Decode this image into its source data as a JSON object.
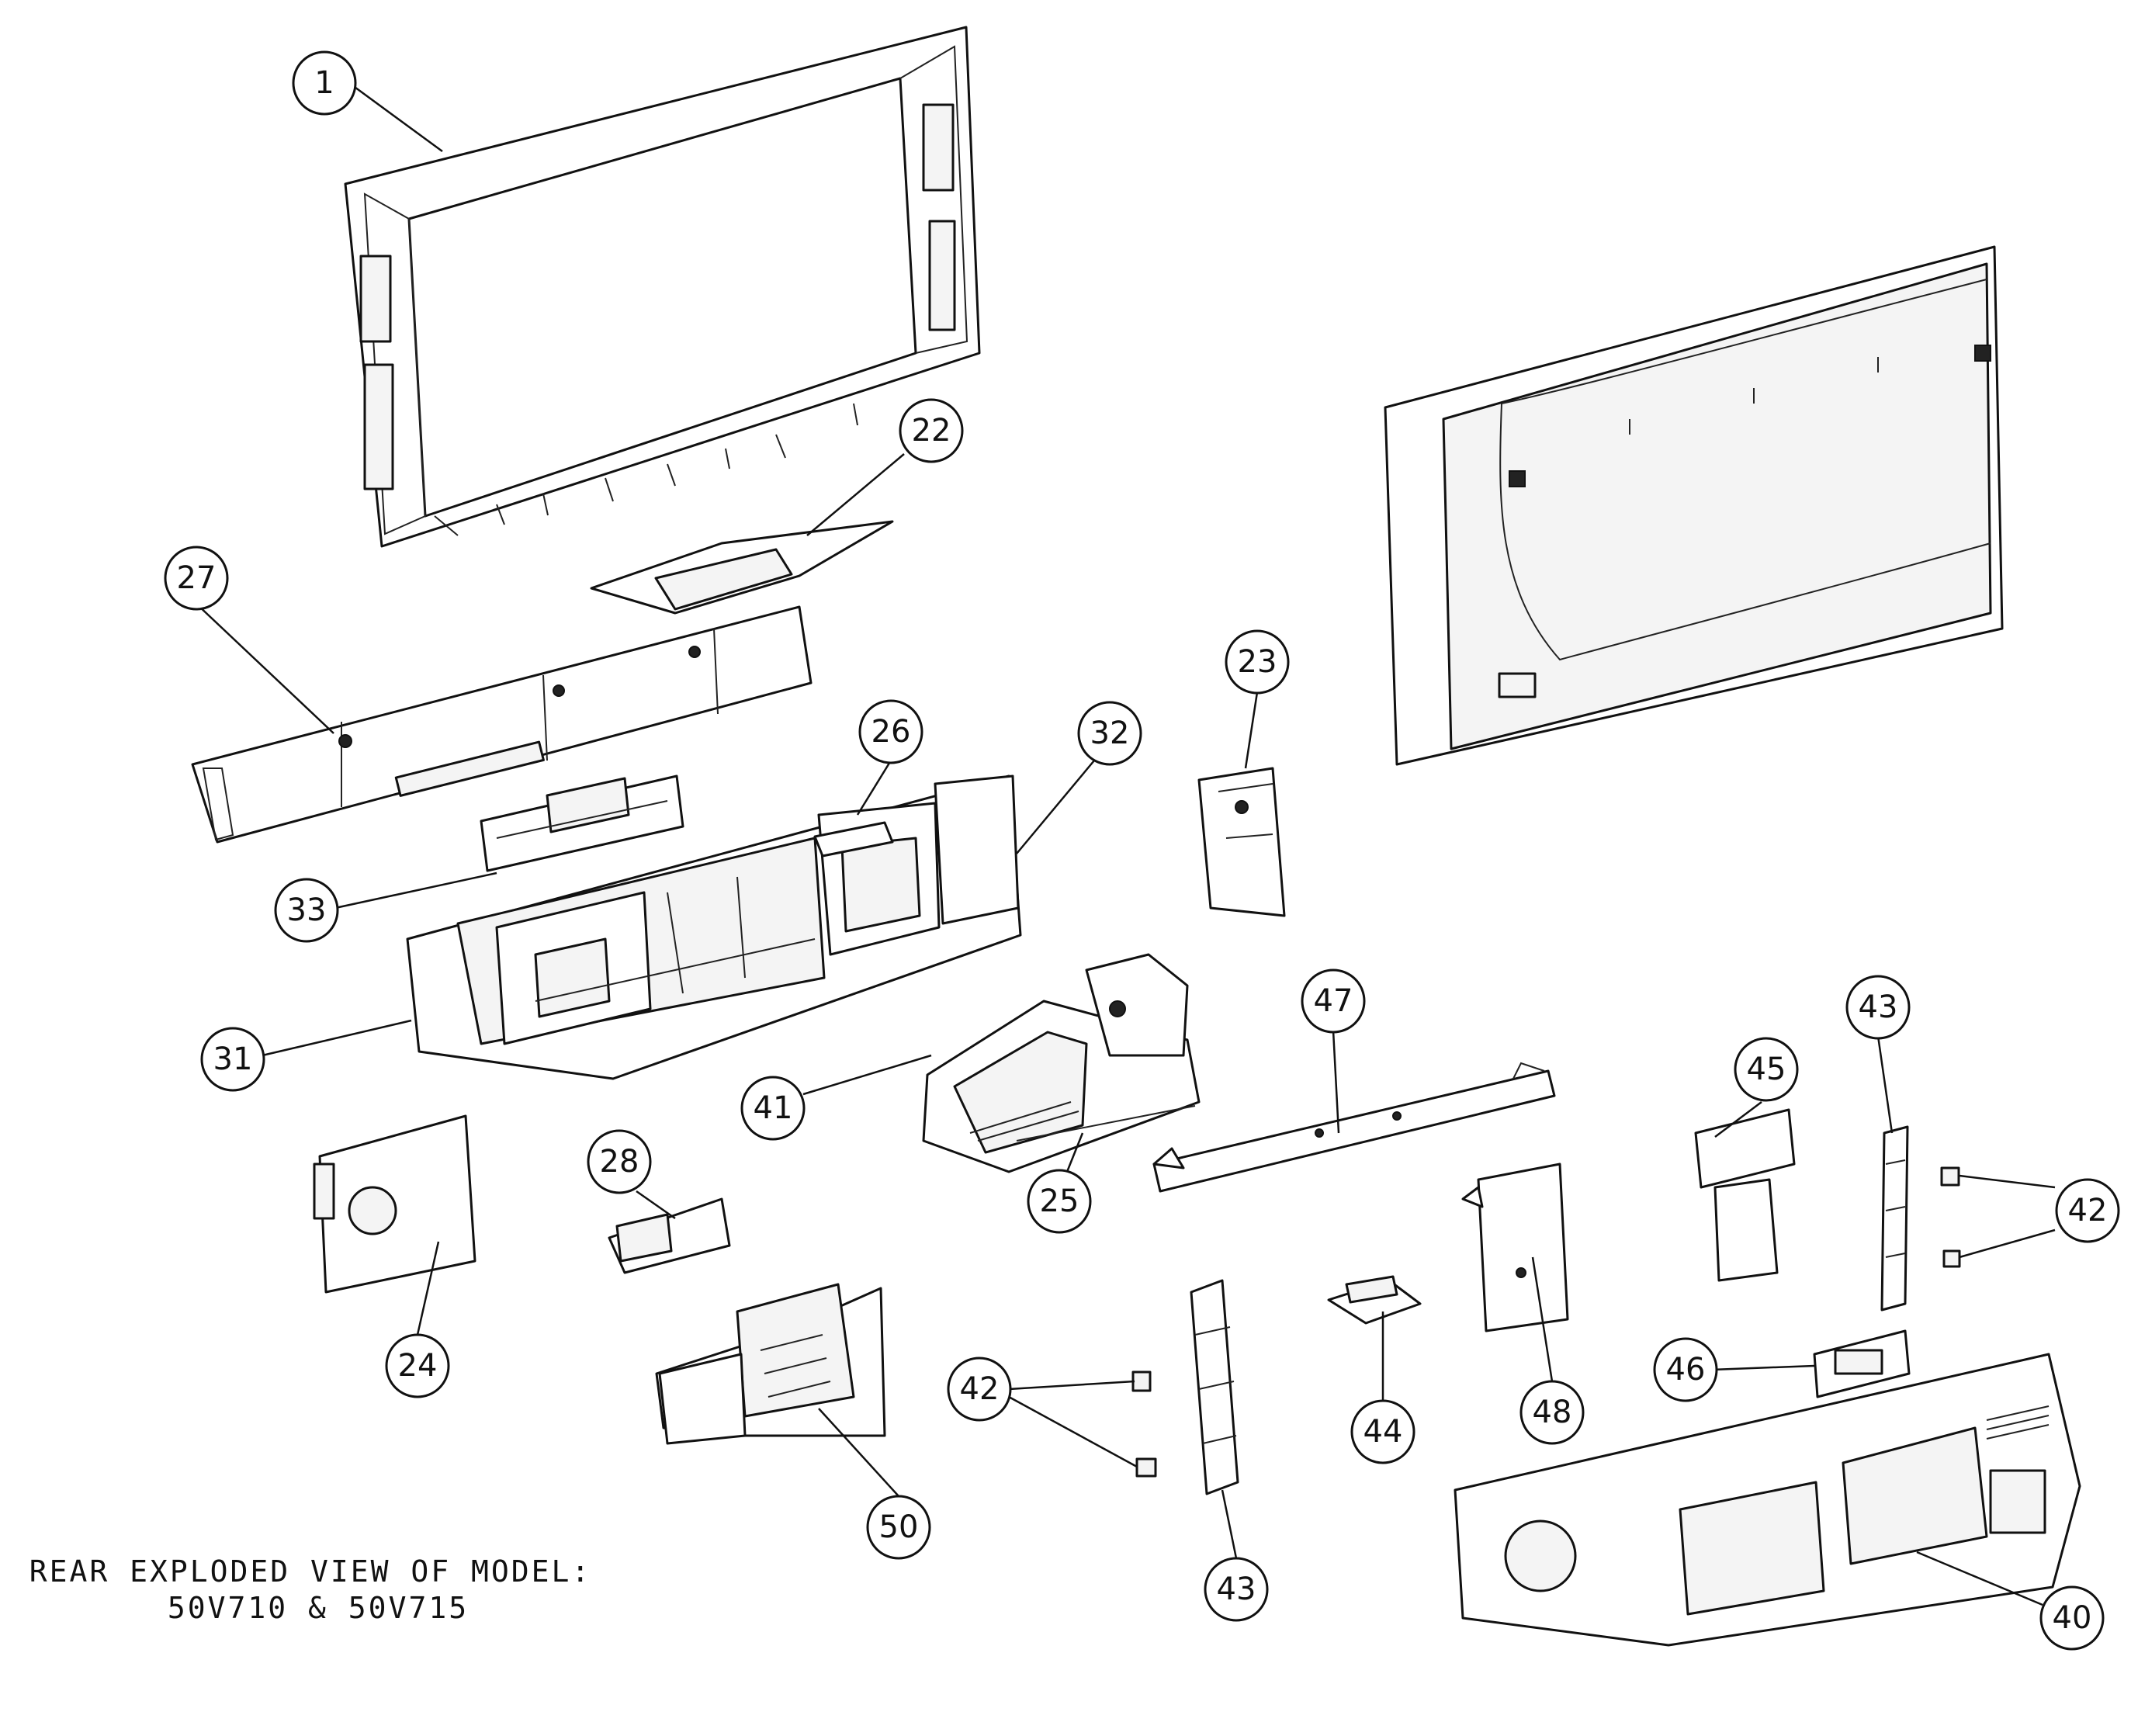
{
  "caption": {
    "line1": "REAR EXPLODED VIEW OF MODEL:",
    "line2": "50V710 & 50V715"
  },
  "callouts": [
    "1",
    "22",
    "27",
    "23",
    "26",
    "32",
    "33",
    "31",
    "47",
    "43",
    "45",
    "41",
    "42",
    "28",
    "25",
    "24",
    "44",
    "48",
    "46",
    "42",
    "50",
    "43",
    "40"
  ]
}
